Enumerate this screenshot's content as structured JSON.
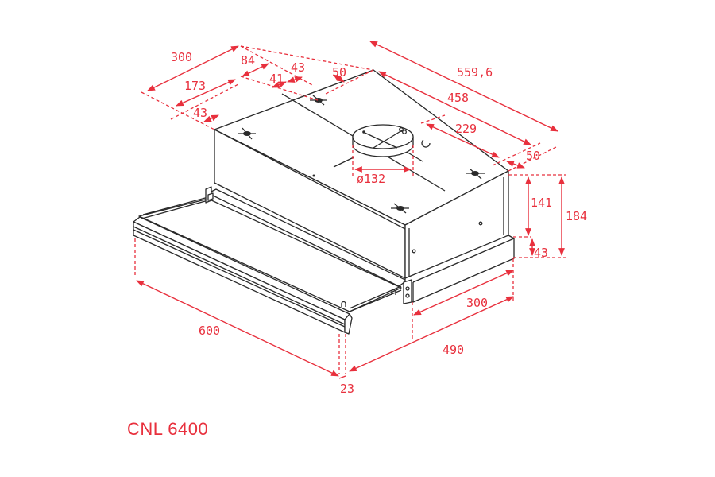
{
  "model_name": "CNL 6400",
  "accent_color": "#e8303d",
  "line_color": "#2a2a2a",
  "dimensions": {
    "top_width_300": "300",
    "depth_84": "84",
    "offset_43_top": "43",
    "offset_41": "41",
    "offset_50_left": "50",
    "mount_173": "173",
    "mount_43_left": "43",
    "total_559_6": "559,6",
    "span_458": "458",
    "outlet_229": "229",
    "offset_50_right": "50",
    "outlet_diameter": "ø132",
    "height_141": "141",
    "height_184": "184",
    "height_43": "43",
    "front_600": "600",
    "side_300": "300",
    "depth_490": "490",
    "frontpanel_23": "23"
  }
}
